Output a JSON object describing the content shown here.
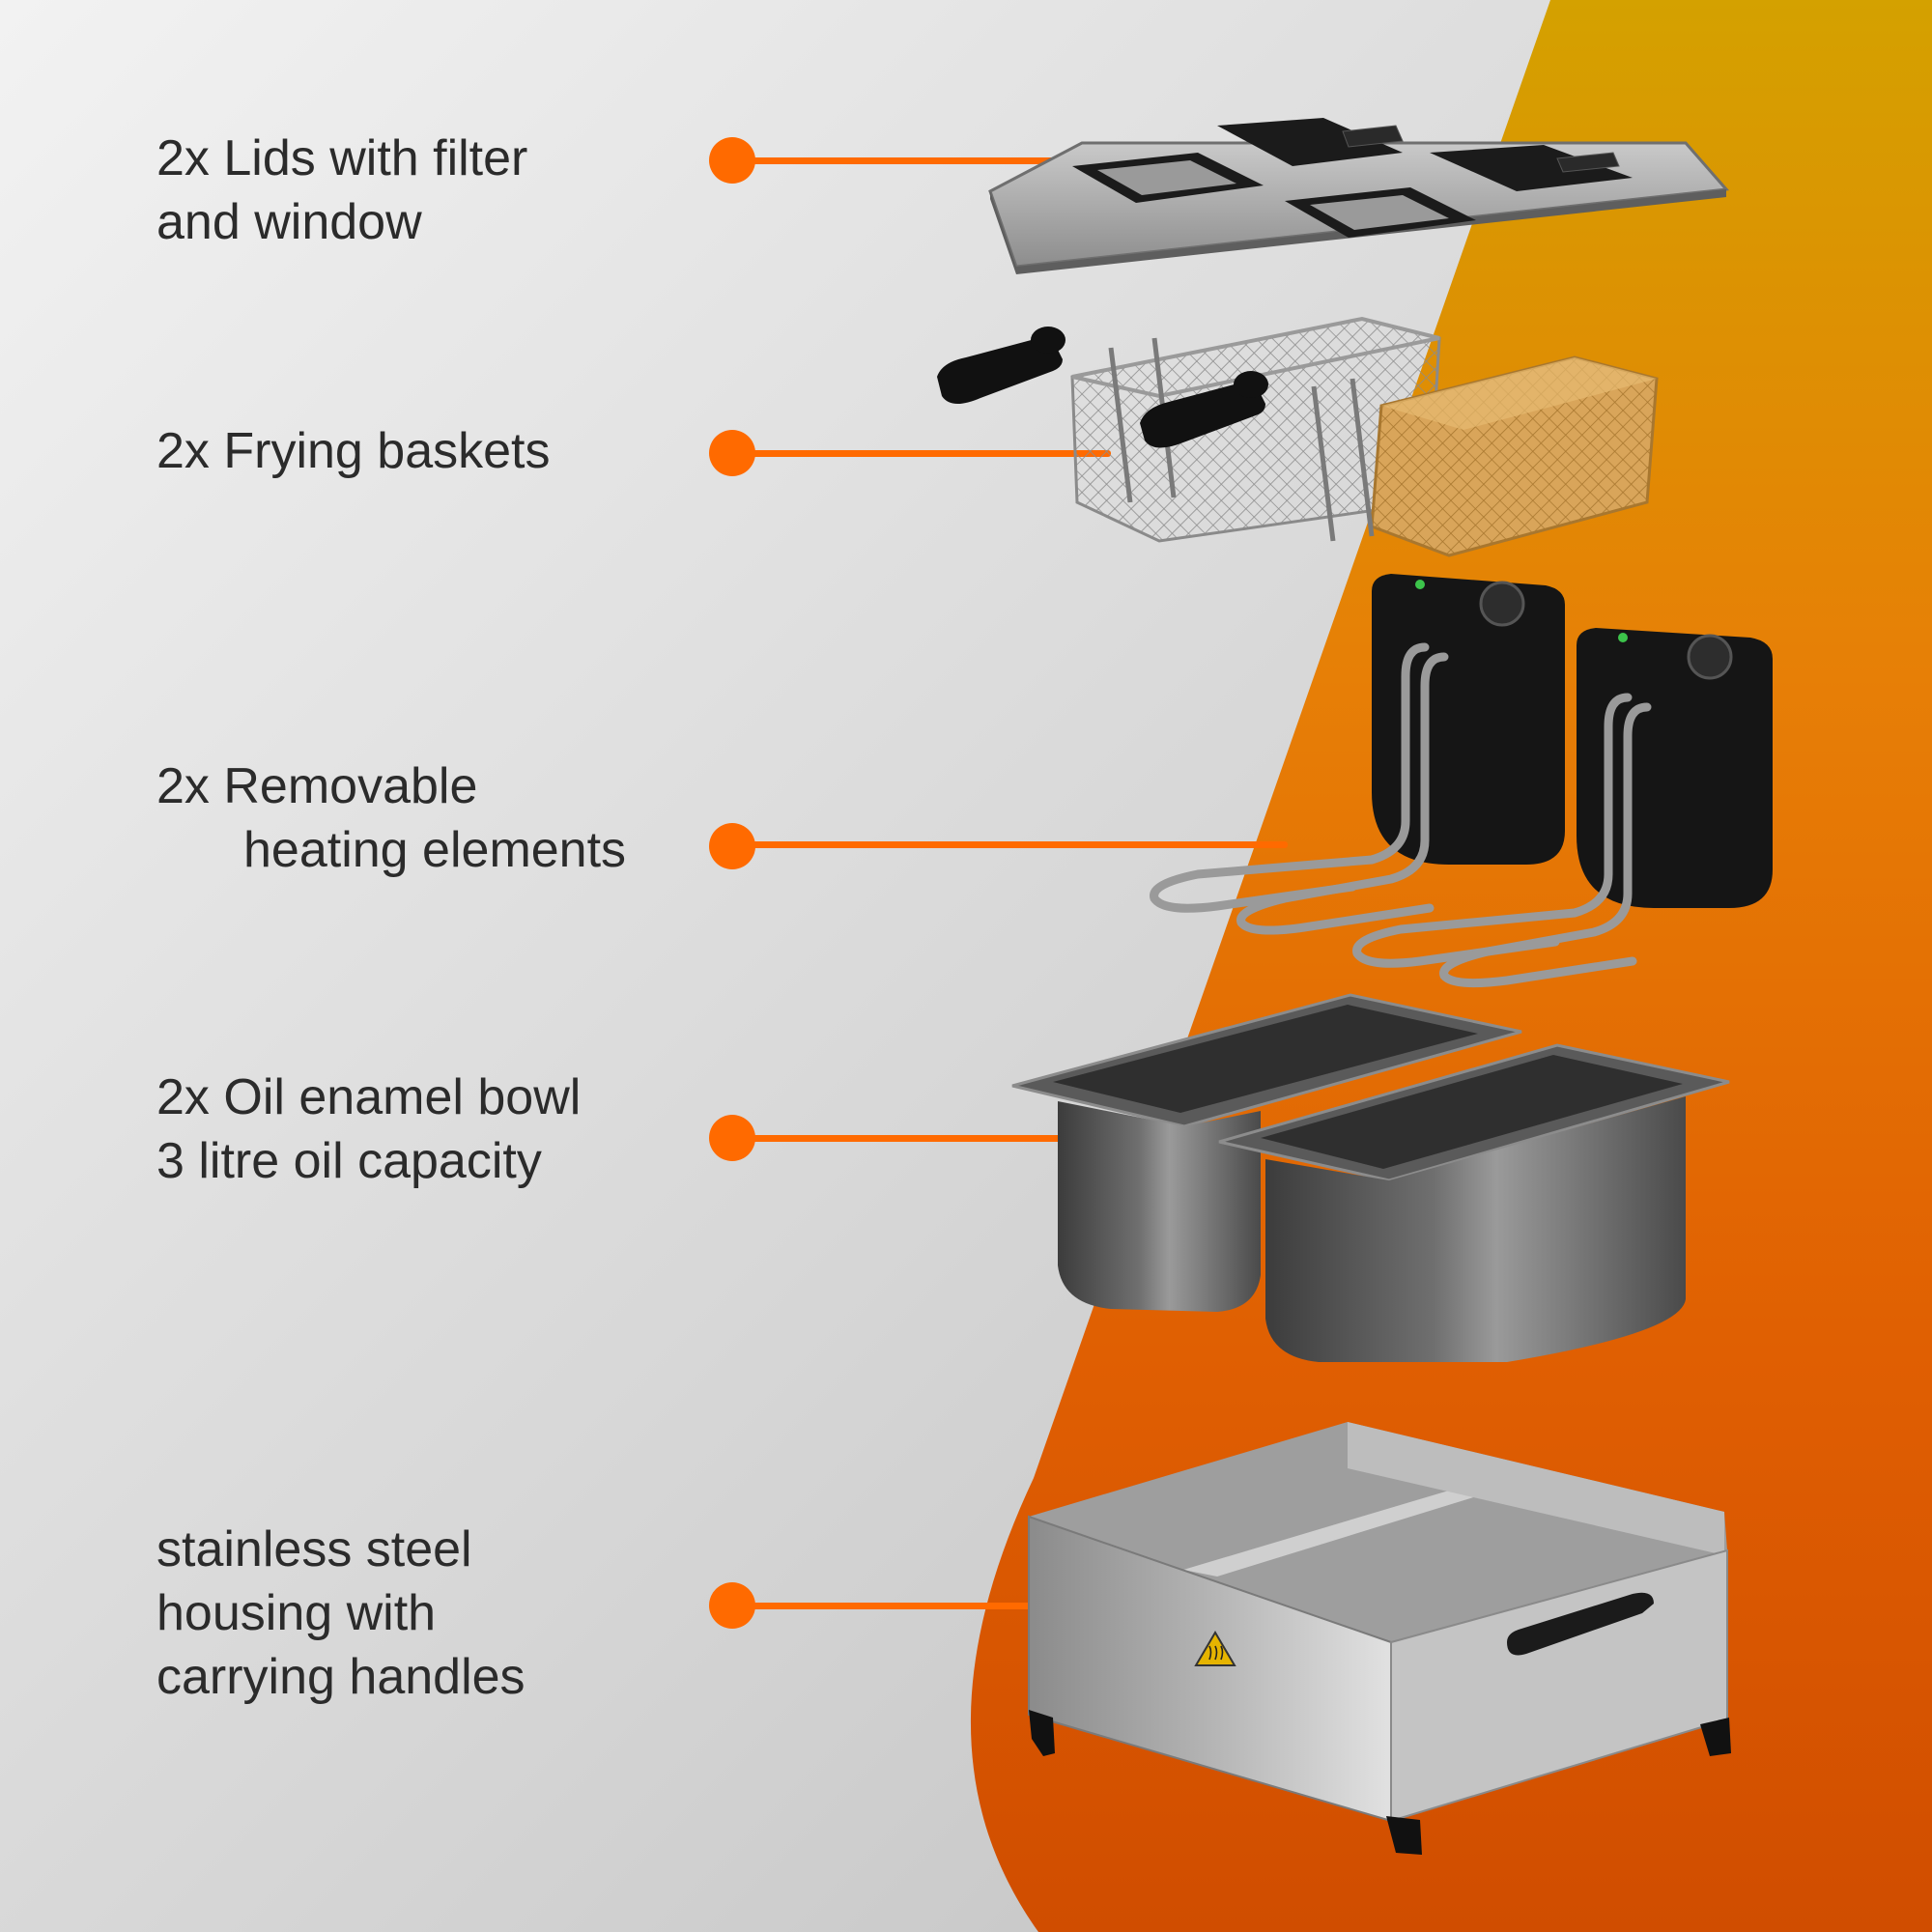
{
  "colors": {
    "accent": "#ff6a00",
    "label_text": "#2b2b2b",
    "band_top": "#d4a100",
    "band_mid": "#e46a08",
    "band_bottom": "#d24f00"
  },
  "components": [
    {
      "id": "lids",
      "lines": [
        "2x Lids with filter",
        "and window"
      ],
      "icon": "fryer-lids-icon"
    },
    {
      "id": "baskets",
      "lines": [
        "2x Frying baskets"
      ],
      "icon": "frying-basket-icon"
    },
    {
      "id": "heaters",
      "lines": [
        "2x Removable",
        "heating elements"
      ],
      "icon": "heating-element-icon"
    },
    {
      "id": "bowls",
      "lines": [
        "2x Oil enamel bowl",
        "3 litre oil capacity"
      ],
      "icon": "oil-bowl-icon"
    },
    {
      "id": "housing",
      "lines": [
        "stainless steel",
        "housing with",
        "carrying handles"
      ],
      "icon": "steel-housing-icon"
    }
  ],
  "housing": {
    "warning_icon": "hot-surface-warning-icon",
    "handle_icon": "carry-handle-icon"
  }
}
